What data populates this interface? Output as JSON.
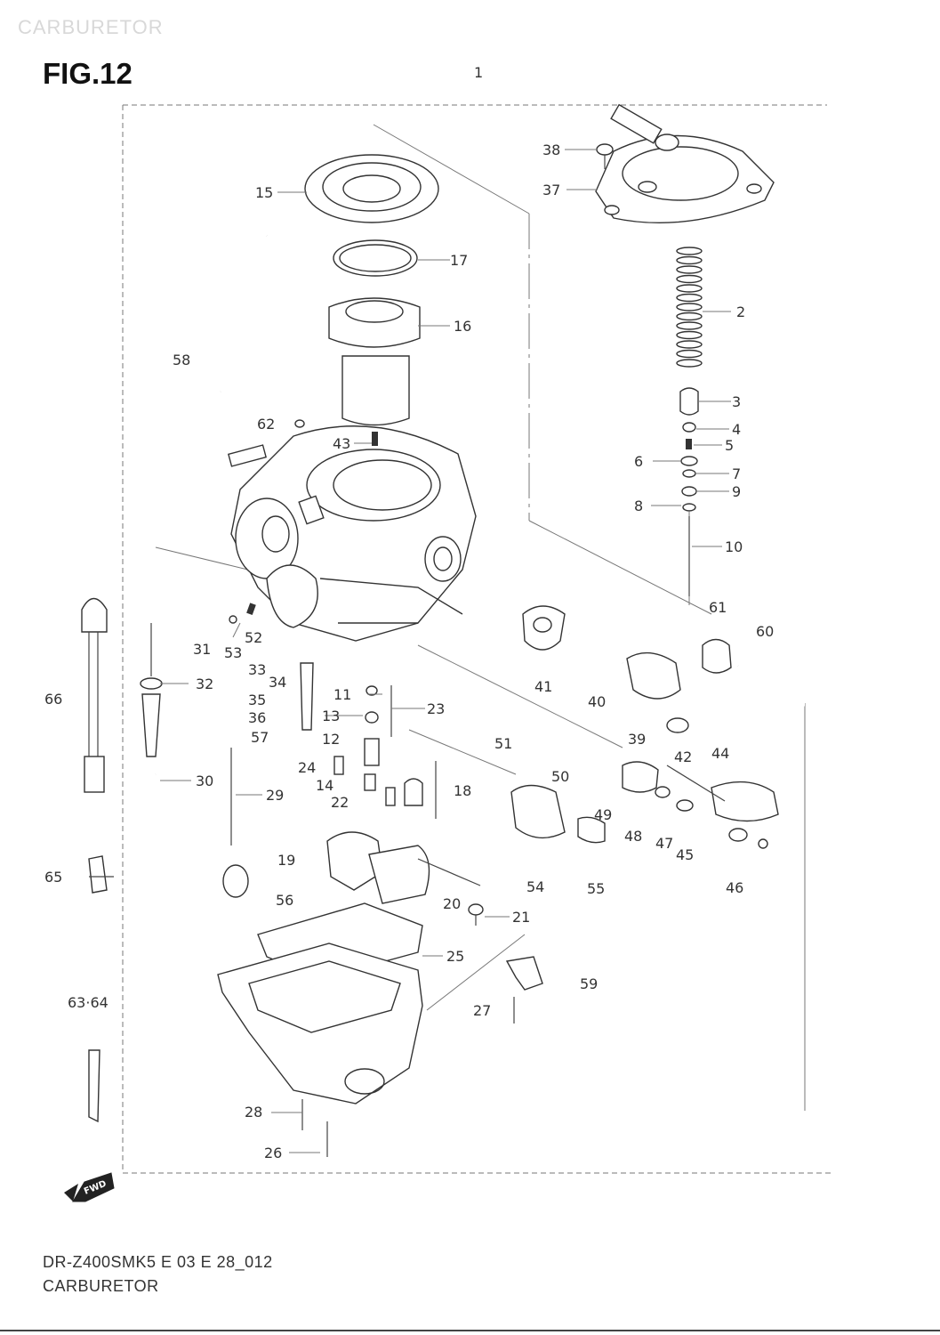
{
  "header": {
    "watermark": "CARBURETOR",
    "figure_title": "FIG.12"
  },
  "footer": {
    "model_code": "DR-Z400SMK5 E 03 E 28_012",
    "section_name": "CARBURETOR"
  },
  "fwd_badge": "FWD",
  "callouts": [
    "1",
    "38",
    "37",
    "15",
    "17",
    "2",
    "16",
    "58",
    "3",
    "4",
    "62",
    "43",
    "5",
    "6",
    "7",
    "9",
    "8",
    "10",
    "61",
    "60",
    "31",
    "52",
    "53",
    "41",
    "40",
    "33",
    "34",
    "32",
    "66",
    "11",
    "35",
    "23",
    "13",
    "36",
    "12",
    "57",
    "39",
    "51",
    "44",
    "42",
    "24",
    "50",
    "30",
    "14",
    "18",
    "29",
    "22",
    "49",
    "48",
    "47",
    "45",
    "19",
    "54",
    "55",
    "46",
    "65",
    "20",
    "21",
    "56",
    "25",
    "59",
    "63·64",
    "27",
    "28",
    "26"
  ]
}
